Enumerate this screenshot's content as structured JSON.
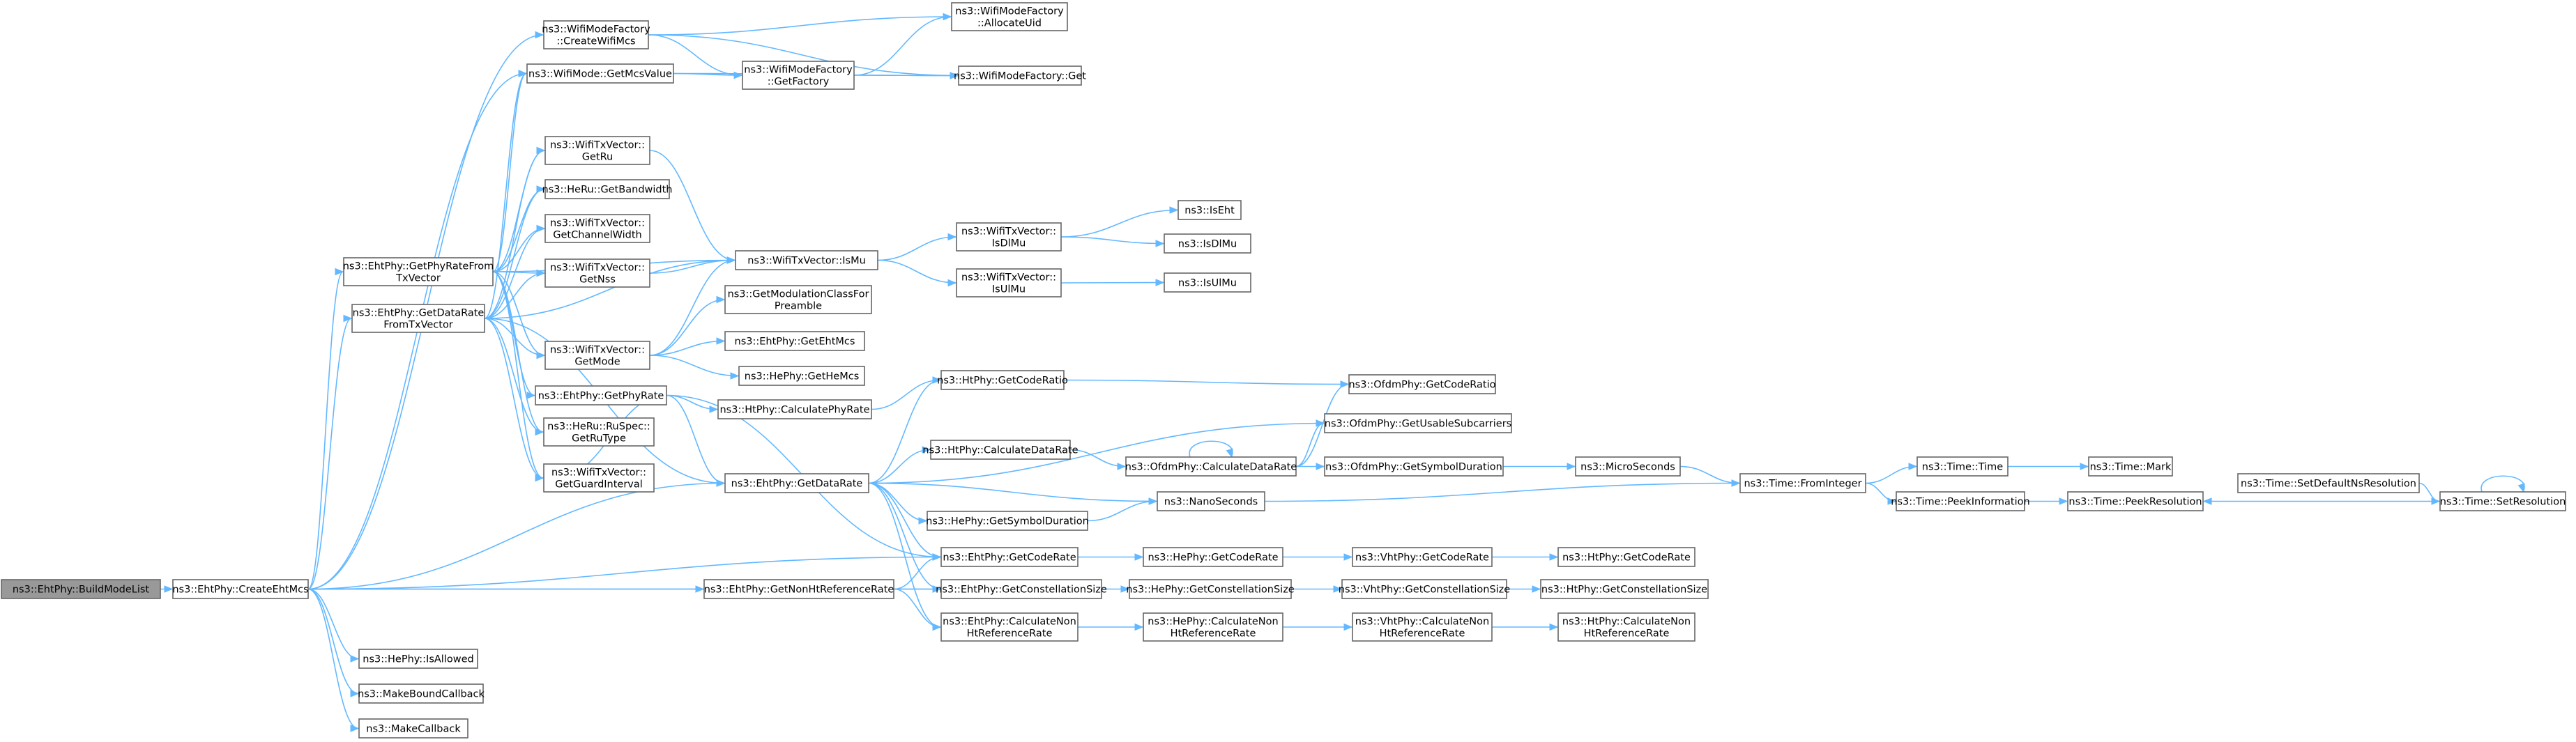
{
  "graph": {
    "title": "",
    "edge_color": "#63b8ff",
    "node_border": "#666666",
    "root_fill": "#999999",
    "nodes": [
      {
        "id": "bml",
        "lines": [
          "ns3::EhtPhy::BuildModeList"
        ],
        "root": true
      },
      {
        "id": "cem",
        "lines": [
          "ns3::EhtPhy::CreateEhtMcs"
        ]
      },
      {
        "id": "prtv",
        "lines": [
          "ns3::EhtPhy::GetPhyRateFrom",
          "TxVector"
        ]
      },
      {
        "id": "drtv",
        "lines": [
          "ns3::EhtPhy::GetDataRate",
          "FromTxVector"
        ]
      },
      {
        "id": "hpia",
        "lines": [
          "ns3::HePhy::IsAllowed"
        ]
      },
      {
        "id": "mbc",
        "lines": [
          "ns3::MakeBoundCallback"
        ]
      },
      {
        "id": "mc",
        "lines": [
          "ns3::MakeCallback"
        ]
      },
      {
        "id": "wmfc",
        "lines": [
          "ns3::WifiModeFactory",
          "::CreateWifiMcs"
        ]
      },
      {
        "id": "wmgm",
        "lines": [
          "ns3::WifiMode::GetMcsValue"
        ]
      },
      {
        "id": "tvgru",
        "lines": [
          "ns3::WifiTxVector::",
          "GetRu"
        ]
      },
      {
        "id": "hrgb",
        "lines": [
          "ns3::HeRu::GetBandwidth"
        ]
      },
      {
        "id": "tvgcw",
        "lines": [
          "ns3::WifiTxVector::",
          "GetChannelWidth"
        ]
      },
      {
        "id": "tvgn",
        "lines": [
          "ns3::WifiTxVector::",
          "GetNss"
        ]
      },
      {
        "id": "tvgm",
        "lines": [
          "ns3::WifiTxVector::",
          "GetMode"
        ]
      },
      {
        "id": "epgpr",
        "lines": [
          "ns3::EhtPhy::GetPhyRate"
        ]
      },
      {
        "id": "hrst",
        "lines": [
          "ns3::HeRu::RuSpec::",
          "GetRuType"
        ]
      },
      {
        "id": "tvggi",
        "lines": [
          "ns3::WifiTxVector::",
          "GetGuardInterval"
        ]
      },
      {
        "id": "epgdr",
        "lines": [
          "ns3::EhtPhy::GetDataRate"
        ]
      },
      {
        "id": "epgnh",
        "lines": [
          "ns3::EhtPhy::GetNonHtReferenceRate"
        ]
      },
      {
        "id": "wmfau",
        "lines": [
          "ns3::WifiModeFactory",
          "::AllocateUid"
        ]
      },
      {
        "id": "wmfgf",
        "lines": [
          "ns3::WifiModeFactory",
          "::GetFactory"
        ]
      },
      {
        "id": "wmfg",
        "lines": [
          "ns3::WifiModeFactory::Get"
        ]
      },
      {
        "id": "tvismu",
        "lines": [
          "ns3::WifiTxVector::IsMu"
        ]
      },
      {
        "id": "gmcp",
        "lines": [
          "ns3::GetModulationClassFor",
          "Preamble"
        ]
      },
      {
        "id": "epgem",
        "lines": [
          "ns3::EhtPhy::GetEhtMcs"
        ]
      },
      {
        "id": "hpghm",
        "lines": [
          "ns3::HePhy::GetHeMcs"
        ]
      },
      {
        "id": "htcpr",
        "lines": [
          "ns3::HtPhy::CalculatePhyRate"
        ]
      },
      {
        "id": "htgcr",
        "lines": [
          "ns3::HtPhy::GetCodeRatio"
        ]
      },
      {
        "id": "htcdr",
        "lines": [
          "ns3::HtPhy::CalculateDataRate"
        ]
      },
      {
        "id": "hpgsd",
        "lines": [
          "ns3::HePhy::GetSymbolDuration"
        ]
      },
      {
        "id": "epgcr",
        "lines": [
          "ns3::EhtPhy::GetCodeRate"
        ]
      },
      {
        "id": "epgcs",
        "lines": [
          "ns3::EhtPhy::GetConstellationSize"
        ]
      },
      {
        "id": "epcnh",
        "lines": [
          "ns3::EhtPhy::CalculateNon",
          "HtReferenceRate"
        ]
      },
      {
        "id": "tvdl",
        "lines": [
          "ns3::WifiTxVector::",
          "IsDlMu"
        ]
      },
      {
        "id": "tvul",
        "lines": [
          "ns3::WifiTxVector::",
          "IsUlMu"
        ]
      },
      {
        "id": "ocdr",
        "lines": [
          "ns3::OfdmPhy::CalculateDataRate"
        ]
      },
      {
        "id": "ns",
        "lines": [
          "ns3::NanoSeconds"
        ]
      },
      {
        "id": "hpgcr",
        "lines": [
          "ns3::HePhy::GetCodeRate"
        ]
      },
      {
        "id": "hpgcs",
        "lines": [
          "ns3::HePhy::GetConstellationSize"
        ]
      },
      {
        "id": "hpcnh",
        "lines": [
          "ns3::HePhy::CalculateNon",
          "HtReferenceRate"
        ]
      },
      {
        "id": "iseht",
        "lines": [
          "ns3::IsEht"
        ]
      },
      {
        "id": "isdl",
        "lines": [
          "ns3::IsDlMu"
        ]
      },
      {
        "id": "isul",
        "lines": [
          "ns3::IsUlMu"
        ]
      },
      {
        "id": "ogcr",
        "lines": [
          "ns3::OfdmPhy::GetCodeRatio"
        ]
      },
      {
        "id": "ogus",
        "lines": [
          "ns3::OfdmPhy::GetUsableSubcarriers"
        ]
      },
      {
        "id": "ogsd",
        "lines": [
          "ns3::OfdmPhy::GetSymbolDuration"
        ]
      },
      {
        "id": "vgcr",
        "lines": [
          "ns3::VhtPhy::GetCodeRate"
        ]
      },
      {
        "id": "vgcs",
        "lines": [
          "ns3::VhtPhy::GetConstellationSize"
        ]
      },
      {
        "id": "vcnh",
        "lines": [
          "ns3::VhtPhy::CalculateNon",
          "HtReferenceRate"
        ]
      },
      {
        "id": "ms",
        "lines": [
          "ns3::MicroSeconds"
        ]
      },
      {
        "id": "hgcr",
        "lines": [
          "ns3::HtPhy::GetCodeRate"
        ]
      },
      {
        "id": "hgcs",
        "lines": [
          "ns3::HtPhy::GetConstellationSize"
        ]
      },
      {
        "id": "hcnh",
        "lines": [
          "ns3::HtPhy::CalculateNon",
          "HtReferenceRate"
        ]
      },
      {
        "id": "tfi",
        "lines": [
          "ns3::Time::FromInteger"
        ]
      },
      {
        "id": "tt",
        "lines": [
          "ns3::Time::Time"
        ]
      },
      {
        "id": "tpi",
        "lines": [
          "ns3::Time::PeekInformation"
        ]
      },
      {
        "id": "tm",
        "lines": [
          "ns3::Time::Mark"
        ]
      },
      {
        "id": "tpr",
        "lines": [
          "ns3::Time::PeekResolution"
        ]
      },
      {
        "id": "tsdn",
        "lines": [
          "ns3::Time::SetDefaultNsResolution"
        ]
      },
      {
        "id": "tsr",
        "lines": [
          "ns3::Time::SetResolution"
        ]
      }
    ],
    "edges": [
      [
        "bml",
        "cem"
      ],
      [
        "cem",
        "prtv"
      ],
      [
        "cem",
        "drtv"
      ],
      [
        "cem",
        "hpia"
      ],
      [
        "cem",
        "mbc"
      ],
      [
        "cem",
        "mc"
      ],
      [
        "cem",
        "wmfc"
      ],
      [
        "cem",
        "wmgm"
      ],
      [
        "cem",
        "epgdr"
      ],
      [
        "cem",
        "epgnh"
      ],
      [
        "cem",
        "epgcr"
      ],
      [
        "cem",
        "epgcs"
      ],
      [
        "prtv",
        "wmgm"
      ],
      [
        "prtv",
        "tvgru"
      ],
      [
        "prtv",
        "hrgb"
      ],
      [
        "prtv",
        "tvgcw"
      ],
      [
        "prtv",
        "tvgn"
      ],
      [
        "prtv",
        "tvgm"
      ],
      [
        "prtv",
        "epgpr"
      ],
      [
        "prtv",
        "hrst"
      ],
      [
        "prtv",
        "tvggi"
      ],
      [
        "prtv",
        "tvismu"
      ],
      [
        "drtv",
        "wmgm"
      ],
      [
        "drtv",
        "tvgru"
      ],
      [
        "drtv",
        "hrgb"
      ],
      [
        "drtv",
        "tvgcw"
      ],
      [
        "drtv",
        "tvgn"
      ],
      [
        "drtv",
        "tvgm"
      ],
      [
        "drtv",
        "hrst"
      ],
      [
        "drtv",
        "tvggi"
      ],
      [
        "drtv",
        "epgdr"
      ],
      [
        "drtv",
        "tvismu"
      ],
      [
        "wmfc",
        "wmfau"
      ],
      [
        "wmfc",
        "wmfgf"
      ],
      [
        "wmfc",
        "wmfg"
      ],
      [
        "wmgm",
        "wmfgf"
      ],
      [
        "wmgm",
        "wmfg"
      ],
      [
        "wmfgf",
        "wmfau"
      ],
      [
        "wmfgf",
        "wmfg"
      ],
      [
        "tvgru",
        "tvismu"
      ],
      [
        "tvgn",
        "tvismu"
      ],
      [
        "tvgm",
        "tvismu"
      ],
      [
        "tvgm",
        "gmcp"
      ],
      [
        "tvgm",
        "epgem"
      ],
      [
        "tvgm",
        "hpghm"
      ],
      [
        "tvismu",
        "tvdl"
      ],
      [
        "tvismu",
        "tvul"
      ],
      [
        "tvdl",
        "iseht"
      ],
      [
        "tvdl",
        "isdl"
      ],
      [
        "tvul",
        "isul"
      ],
      [
        "epgpr",
        "htcpr"
      ],
      [
        "epgpr",
        "epgdr"
      ],
      [
        "epgpr",
        "tvggi"
      ],
      [
        "epgpr",
        "epgcr"
      ],
      [
        "htcpr",
        "htgcr"
      ],
      [
        "epgdr",
        "htgcr"
      ],
      [
        "epgdr",
        "htcdr"
      ],
      [
        "epgdr",
        "ogus"
      ],
      [
        "epgdr",
        "hpgsd"
      ],
      [
        "epgdr",
        "ns"
      ],
      [
        "epgdr",
        "epgcr"
      ],
      [
        "epgdr",
        "epgcs"
      ],
      [
        "epgdr",
        "epcnh"
      ],
      [
        "htgcr",
        "ogcr"
      ],
      [
        "htcdr",
        "ocdr"
      ],
      [
        "ocdr",
        "ocdr"
      ],
      [
        "ocdr",
        "ogcr"
      ],
      [
        "ocdr",
        "ogus"
      ],
      [
        "ocdr",
        "ogsd"
      ],
      [
        "ogsd",
        "ms"
      ],
      [
        "ms",
        "tfi"
      ],
      [
        "ns",
        "tfi"
      ],
      [
        "hpgsd",
        "ns"
      ],
      [
        "epgcr",
        "hpgcr"
      ],
      [
        "hpgcr",
        "vgcr"
      ],
      [
        "vgcr",
        "hgcr"
      ],
      [
        "epgnh",
        "epgcr"
      ],
      [
        "epgnh",
        "epgcs"
      ],
      [
        "epgnh",
        "epcnh"
      ],
      [
        "epgcs",
        "hpgcs"
      ],
      [
        "hpgcs",
        "vgcs"
      ],
      [
        "vgcs",
        "hgcs"
      ],
      [
        "epcnh",
        "hpcnh"
      ],
      [
        "hpcnh",
        "vcnh"
      ],
      [
        "vcnh",
        "hcnh"
      ],
      [
        "tfi",
        "tt"
      ],
      [
        "tfi",
        "tpi"
      ],
      [
        "tt",
        "tm"
      ],
      [
        "tpi",
        "tpr"
      ],
      [
        "tsdn",
        "tsr"
      ],
      [
        "tsr",
        "tpr"
      ],
      [
        "tsr",
        "tsr"
      ]
    ]
  }
}
